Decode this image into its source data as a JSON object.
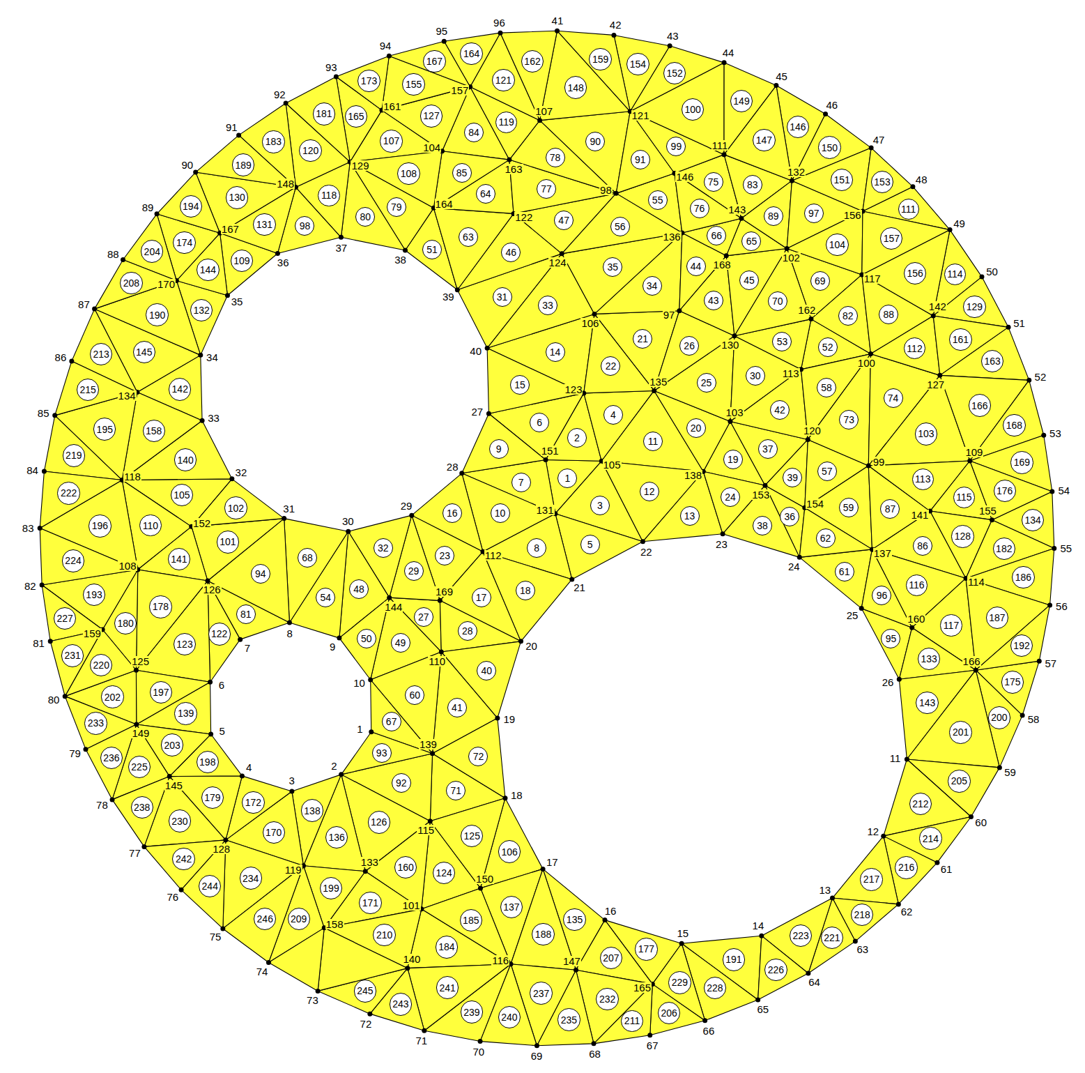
{
  "diagram": {
    "labels": [
      "1",
      "2",
      "3",
      "4",
      "5",
      "6",
      "7",
      "8",
      "9",
      "10",
      "11",
      "12",
      "13",
      "14",
      "15",
      "16",
      "17",
      "18",
      "19",
      "20",
      "21",
      "22",
      "23",
      "24",
      "25",
      "26",
      "27",
      "28",
      "29",
      "30",
      "31",
      "32",
      "33",
      "34",
      "35",
      "36",
      "37",
      "38",
      "39",
      "40",
      "41",
      "42",
      "43",
      "44",
      "45",
      "46",
      "47",
      "48",
      "49",
      "50",
      "51",
      "52",
      "53",
      "54",
      "55",
      "56",
      "57",
      "58",
      "59",
      "60",
      "61",
      "62",
      "63",
      "64",
      "65",
      "66",
      "67",
      "68",
      "69",
      "70",
      "71",
      "72",
      "73",
      "74",
      "75",
      "76",
      "77",
      "78",
      "79",
      "80",
      "81",
      "82",
      "83",
      "84",
      "85",
      "86",
      "87",
      "88",
      "89",
      "90",
      "91",
      "92",
      "93",
      "94",
      "95",
      "96",
      "97",
      "98",
      "99",
      "100",
      "101",
      "102",
      "103",
      "104",
      "105",
      "106",
      "107",
      "108",
      "109",
      "110",
      "111",
      "112",
      "113",
      "114",
      "115",
      "116",
      "117",
      "118",
      "119",
      "120",
      "121",
      "122",
      "123",
      "124",
      "125",
      "126",
      "127",
      "128",
      "129",
      "130",
      "131",
      "132",
      "133",
      "134",
      "135",
      "136",
      "137",
      "138",
      "139",
      "140",
      "141",
      "142",
      "143",
      "144",
      "145",
      "146",
      "147",
      "148",
      "149",
      "150",
      "151",
      "152",
      "153",
      "154",
      "155",
      "156",
      "157",
      "158",
      "159",
      "160",
      "161",
      "162",
      "163",
      "164",
      "165",
      "166",
      "167",
      "168",
      "169",
      "170",
      "1",
      "2",
      "3",
      "4",
      "5",
      "6",
      "7",
      "8",
      "9",
      "10",
      "11",
      "12",
      "13",
      "14",
      "15",
      "16",
      "17",
      "18",
      "19",
      "20",
      "21",
      "22",
      "23",
      "24",
      "25",
      "26",
      "27",
      "28",
      "29",
      "30",
      "31",
      "32",
      "33",
      "34",
      "35",
      "36",
      "37",
      "38",
      "39",
      "40",
      "41",
      "42",
      "43",
      "44",
      "45",
      "46",
      "47",
      "48",
      "49",
      "50",
      "51",
      "52",
      "53",
      "54",
      "55",
      "56",
      "57",
      "58",
      "59",
      "60",
      "61",
      "62",
      "63",
      "64",
      "65",
      "66",
      "67",
      "68",
      "69",
      "70",
      "71",
      "72",
      "73",
      "74",
      "75",
      "76",
      "77",
      "78",
      "79",
      "80",
      "81",
      "82",
      "83",
      "84",
      "85",
      "86",
      "87",
      "88",
      "89",
      "90",
      "91",
      "92",
      "93",
      "94",
      "95",
      "96",
      "97",
      "98",
      "99",
      "100",
      "101",
      "102",
      "103",
      "104",
      "105",
      "106",
      "107",
      "108",
      "109",
      "110",
      "111",
      "112",
      "113",
      "114",
      "115",
      "116",
      "117",
      "118",
      "119",
      "120",
      "121",
      "122",
      "123",
      "124",
      "125",
      "126",
      "127",
      "128",
      "129",
      "130",
      "131",
      "132",
      "133",
      "134",
      "135",
      "136",
      "137",
      "138",
      "139",
      "140",
      "141",
      "142",
      "143",
      "144",
      "145",
      "146",
      "147",
      "148",
      "149",
      "150",
      "151",
      "152",
      "153",
      "154",
      "155",
      "156",
      "157",
      "158",
      "159",
      "160",
      "161",
      "162",
      "163",
      "164",
      "165",
      "166",
      "167",
      "168",
      "169",
      "170",
      "171",
      "172",
      "173",
      "174",
      "175",
      "176",
      "177",
      "178",
      "179",
      "180",
      "181",
      "182",
      "183",
      "184",
      "185",
      "186",
      "187",
      "188",
      "189",
      "190",
      "191",
      "192",
      "193",
      "194",
      "195",
      "196",
      "197",
      "198",
      "199",
      "200",
      "201",
      "202",
      "203",
      "204",
      "205",
      "206",
      "207",
      "208",
      "209",
      "210",
      "211",
      "212",
      "213",
      "214",
      "215",
      "216",
      "217",
      "218",
      "219",
      "220",
      "221",
      "222",
      "223",
      "224",
      "225",
      "226",
      "227",
      "228",
      "229",
      "230",
      "231",
      "232",
      "233",
      "234",
      "235",
      "236",
      "237",
      "238",
      "239",
      "240",
      "241",
      "242",
      "243",
      "244",
      "245",
      "246"
    ]
  }
}
